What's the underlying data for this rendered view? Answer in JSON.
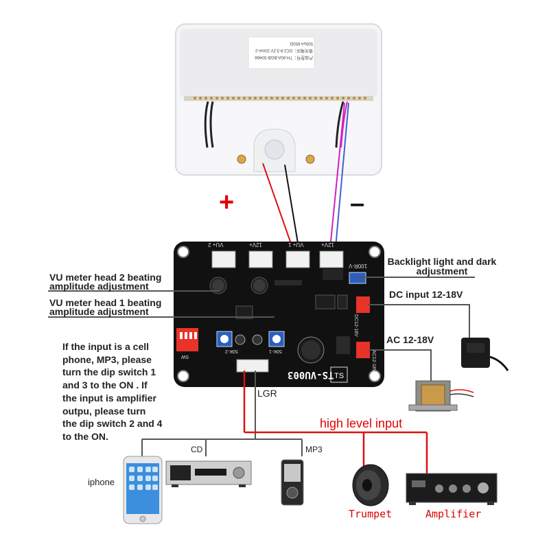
{
  "polarity": {
    "plus": "+",
    "minus": "–"
  },
  "meter": {
    "label_lines": [
      "产品型号：TH-90A-BGB-S0466",
      "背光电压：DC2.8-3.2V 20mA-2",
      "500uA 650Ω"
    ]
  },
  "board": {
    "model": "TS-VU003",
    "connectors": [
      "VU+ 2",
      "12V+",
      "VU+ 1",
      "12V+"
    ],
    "small_marks": [
      "100R-V",
      "50K-2",
      "50K-1",
      "SW",
      "DC12-18V",
      "AC12-18V"
    ]
  },
  "annotations": {
    "backlight": "Backlight light and dark adjustment",
    "vu2": [
      "VU meter head 2 beating",
      "amplitude adjustment"
    ],
    "vu1": [
      "VU meter head 1 beating",
      "amplitude adjustment"
    ],
    "dc_input": "DC input 12-18V",
    "ac_input": "AC 12-18V",
    "dip_switch": [
      "If the input is a cell",
      "phone, MP3, please",
      "turn the dip switch 1",
      "and 3 to the ON . If",
      "the input is amplifier",
      "outpu, please turn",
      "the dip switch 2 and 4",
      "to the ON."
    ],
    "lgr": "LGR",
    "high_level": "high level input"
  },
  "devices": {
    "iphone": "iphone",
    "cd": "CD",
    "mp3": "MP3",
    "trumpet": "Trumpet",
    "amplifier": "Amplifier"
  },
  "colors": {
    "board": "#111111",
    "wire_red": "#e01010",
    "wire_gray": "#555555",
    "wire_black": "#111111",
    "wire_magenta": "#d020c0",
    "wire_blue": "#4060d0",
    "header_red": "#e8332a",
    "pot_blue": "#2a5fc0",
    "label_red": "#e00000"
  }
}
